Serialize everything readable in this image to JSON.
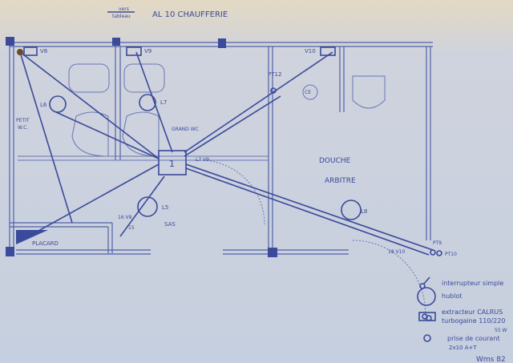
{
  "header": {
    "direction_note_top": "vers",
    "direction_note_bottom": "tableau",
    "title": "AL 10 CHAUFFERIE"
  },
  "rooms": {
    "petit_wc_1": "PETIT",
    "petit_wc_2": "W.C.",
    "grand_wc": "GRAND WC",
    "douche_1": "DOUCHE",
    "douche_2": "ARBITRE",
    "sas": "SAS",
    "placard": "PLACARD"
  },
  "labels": {
    "v8": "V8",
    "v9": "V9",
    "v10": "V10",
    "pt12": "PT12",
    "ce": "CE",
    "l6": "L6",
    "l7": "L7",
    "box": "1",
    "l7v9": "L7 V9",
    "l8": "L8",
    "l5": "L5",
    "v8_16": "16 V8",
    "n15": "15",
    "pt9": "PT9",
    "v10_18": "18 V10",
    "pt10": "PT10"
  },
  "legend": [
    {
      "icon": "switch-icon",
      "label": "interrupteur simple"
    },
    {
      "icon": "porthole-light-icon",
      "label": "hublot"
    },
    {
      "icon": "extractor-icon",
      "label": "extracteur CALRUS",
      "label2": "turbogaine 110/220",
      "label3": "55 W"
    },
    {
      "icon": "socket-icon",
      "label": "prise de courant",
      "label2": "2x10 A+T"
    }
  ],
  "signature": "Wms 82",
  "colors": {
    "ink": "#3b4a9a",
    "paper": "#c9d1de"
  }
}
